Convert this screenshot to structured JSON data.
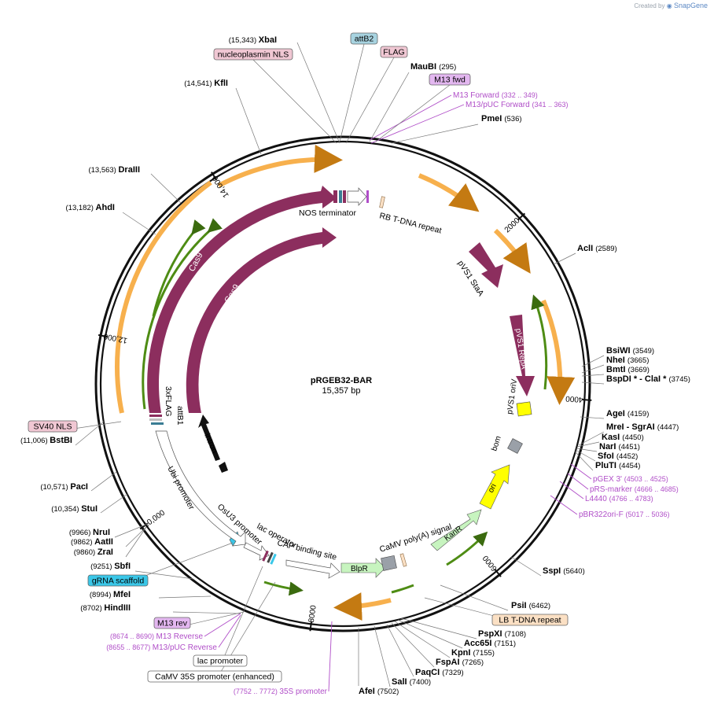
{
  "credit": {
    "prefix": "Created by",
    "brand": "SnapGene"
  },
  "plasmid": {
    "name": "pRGEB32-BAR",
    "length_label": "15,357 bp",
    "length": 15357
  },
  "scale_ticks": [
    {
      "bp": 2000,
      "label": "2000"
    },
    {
      "bp": 4000,
      "label": "4000"
    },
    {
      "bp": 6000,
      "label": "6000"
    },
    {
      "bp": 8000,
      "label": "8000"
    },
    {
      "bp": 10000,
      "label": "10,000"
    },
    {
      "bp": 12000,
      "label": "12,000"
    },
    {
      "bp": 14000,
      "label": "14,000"
    }
  ],
  "enzymes": [
    {
      "name": "XbaI",
      "pos": "(15,343)",
      "bp": 15343
    },
    {
      "name": "KflI",
      "pos": "(14,541)",
      "bp": 14541
    },
    {
      "name": "DraIII",
      "pos": "(13,563)",
      "bp": 13563
    },
    {
      "name": "AhdI",
      "pos": "(13,182)",
      "bp": 13182
    },
    {
      "name": "MauBI",
      "pos": "(295)",
      "bp": 295
    },
    {
      "name": "PmeI",
      "pos": "(536)",
      "bp": 536
    },
    {
      "name": "AclI",
      "pos": "(2589)",
      "bp": 2589
    },
    {
      "name": "BsiWI",
      "pos": "(3549)",
      "bp": 3549
    },
    {
      "name": "NheI",
      "pos": "(3665)",
      "bp": 3665
    },
    {
      "name": "BmtI",
      "pos": "(3669)",
      "bp": 3669
    },
    {
      "name": "BspDI * - ClaI *",
      "pos": "(3745)",
      "bp": 3745
    },
    {
      "name": "AgeI",
      "pos": "(4159)",
      "bp": 4159
    },
    {
      "name": "MreI - SgrAI",
      "pos": "(4447)",
      "bp": 4447
    },
    {
      "name": "KasI",
      "pos": "(4450)",
      "bp": 4450
    },
    {
      "name": "NarI",
      "pos": "(4451)",
      "bp": 4451
    },
    {
      "name": "SfoI",
      "pos": "(4452)",
      "bp": 4452
    },
    {
      "name": "PluTI",
      "pos": "(4454)",
      "bp": 4454
    },
    {
      "name": "SspI",
      "pos": "(5640)",
      "bp": 5640
    },
    {
      "name": "PsiI",
      "pos": "(6462)",
      "bp": 6462
    },
    {
      "name": "PspXI",
      "pos": "(7108)",
      "bp": 7108
    },
    {
      "name": "Acc65I",
      "pos": "(7151)",
      "bp": 7151
    },
    {
      "name": "KpnI",
      "pos": "(7155)",
      "bp": 7155
    },
    {
      "name": "FspAI",
      "pos": "(7265)",
      "bp": 7265
    },
    {
      "name": "PaqCI",
      "pos": "(7329)",
      "bp": 7329
    },
    {
      "name": "SalI",
      "pos": "(7400)",
      "bp": 7400
    },
    {
      "name": "AfeI",
      "pos": "(7502)",
      "bp": 7502
    },
    {
      "name": "HindIII",
      "pos": "(8702)",
      "bp": 8702
    },
    {
      "name": "MfeI",
      "pos": "(8994)",
      "bp": 8994
    },
    {
      "name": "SbfI",
      "pos": "(9251)",
      "bp": 9251
    },
    {
      "name": "ZraI",
      "pos": "(9860)",
      "bp": 9860
    },
    {
      "name": "AatII",
      "pos": "(9862)",
      "bp": 9862
    },
    {
      "name": "NruI",
      "pos": "(9966)",
      "bp": 9966
    },
    {
      "name": "StuI",
      "pos": "(10,354)",
      "bp": 10354
    },
    {
      "name": "PacI",
      "pos": "(10,571)",
      "bp": 10571
    },
    {
      "name": "BstBI",
      "pos": "(11,006)",
      "bp": 11006
    }
  ],
  "primers": [
    {
      "name": "M13 Forward",
      "range": "(332 .. 349)"
    },
    {
      "name": "M13/pUC Forward",
      "range": "(341 .. 363)"
    },
    {
      "name": "pGEX 3'",
      "range": "(4503 .. 4525)"
    },
    {
      "name": "pRS-marker",
      "range": "(4666 .. 4685)"
    },
    {
      "name": "L4440",
      "range": "(4766 .. 4783)"
    },
    {
      "name": "pBR322ori-F",
      "range": "(5017 .. 5036)"
    },
    {
      "name": "M13 Reverse",
      "range": "(8674 .. 8690)"
    },
    {
      "name": "M13/pUC Reverse",
      "range": "(8655 .. 8677)"
    },
    {
      "name": "35S promoter",
      "range": "(7752 .. 7772)"
    }
  ],
  "boxed_labels": [
    {
      "text": "attB2",
      "fill": "#a7d3e0"
    },
    {
      "text": "FLAG",
      "fill": "#f0c7d3"
    },
    {
      "text": "nucleoplasmin NLS",
      "fill": "#f0c7d3"
    },
    {
      "text": "M13 fwd",
      "fill": "#e3b7f0"
    },
    {
      "text": "LB T-DNA repeat",
      "fill": "#fbe0c4"
    },
    {
      "text": "SV40 NLS",
      "fill": "#f0c7d3"
    },
    {
      "text": "gRNA scaffold",
      "fill": "#3ac7e8"
    },
    {
      "text": "M13 rev",
      "fill": "#e3b7f0"
    },
    {
      "text": "lac promoter",
      "fill": "#ffffff"
    },
    {
      "text": "CaMV 35S promoter (enhanced)",
      "fill": "#ffffff"
    }
  ],
  "features": {
    "cas9": "Cas9",
    "cas9_inner": "Cas9",
    "pvs1_stab": "pVS1 StaA",
    "pvs1_rep": "pVS1 RepA",
    "pvs1_oriv": "pVS1 oriV",
    "bom": "bom",
    "ori": "ori",
    "kanr": "KanR",
    "blpr": "BlpR",
    "nos_term": "NOS terminator",
    "rb_tdna": "RB T-DNA repeat",
    "camv_polya": "CaMV poly(A) signal",
    "cap_site": "CAP binding site",
    "lac_operator": "lac operator",
    "osu3": "OsU3 promoter",
    "ubi": "Ubi promoter",
    "intron": "intron",
    "attb1": "attB1",
    "flag3x": "3xFLAG"
  },
  "colors": {
    "cas9": "#8c2e5e",
    "orange_arc": "#f7b04d",
    "green_arc": "#4e8c14",
    "yellow": "#ffff00",
    "light_green": "#c7f4bf",
    "primer": "#b04ec8",
    "cyan": "#3ac7e8"
  }
}
